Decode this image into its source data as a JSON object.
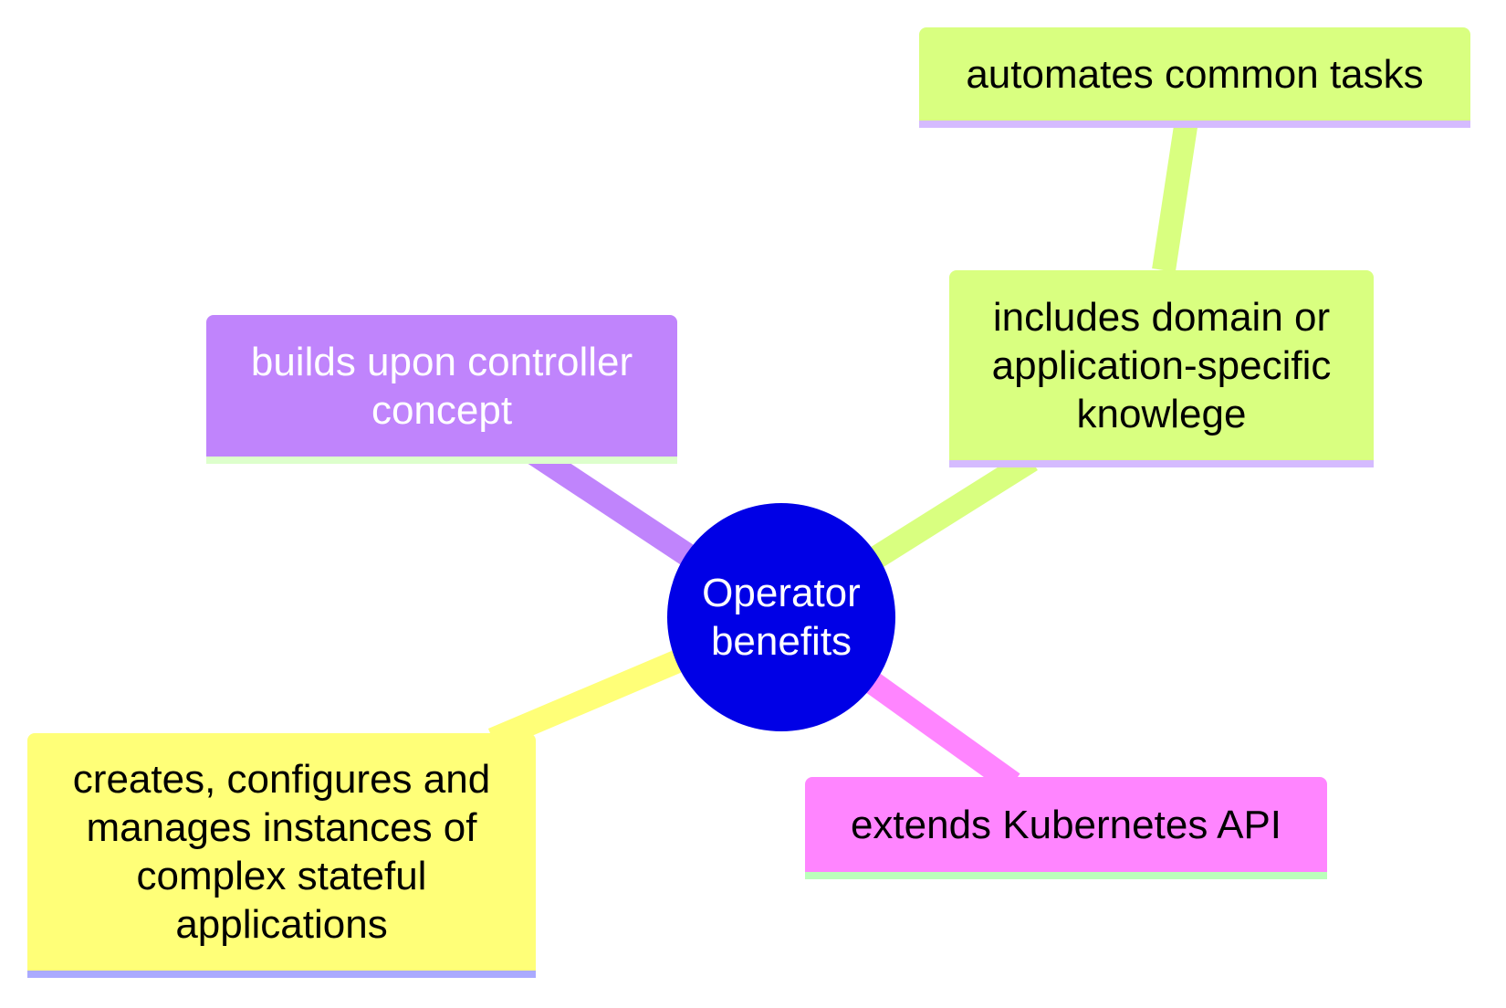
{
  "root": {
    "label": "Operator benefits",
    "color": "#0000e6"
  },
  "branches": [
    {
      "id": "builds",
      "label": "builds upon controller concept",
      "color": "#c084fc",
      "accent": "#ddffcc",
      "text_color": "#ffffff"
    },
    {
      "id": "includes",
      "label": "includes domain or application-specific knowlege",
      "color": "#d9ff80",
      "accent": "#d5bbff",
      "text_color": "#000000",
      "children": [
        {
          "id": "automates",
          "label": "automates common tasks",
          "color": "#d9ff80",
          "accent": "#d5bbff",
          "text_color": "#000000"
        }
      ]
    },
    {
      "id": "creates",
      "label": "creates, configures and manages instances of complex stateful applications",
      "color": "#ffff78",
      "accent": "#aaaaff",
      "text_color": "#000000"
    },
    {
      "id": "extends",
      "label": "extends Kubernetes API",
      "color": "#ff85ff",
      "accent": "#bbffbb",
      "text_color": "#000000"
    }
  ]
}
